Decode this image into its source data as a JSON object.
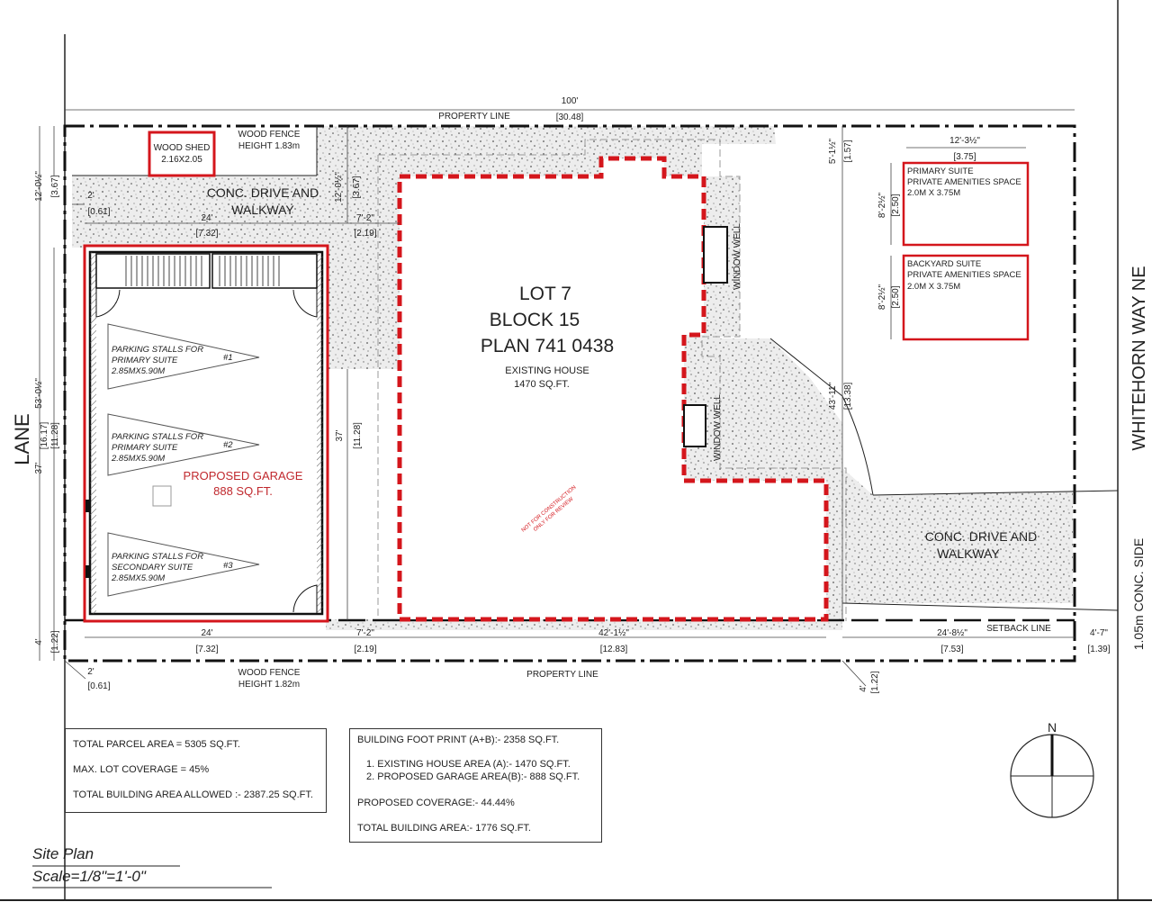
{
  "lot": {
    "lot": "LOT 7",
    "block": "BLOCK 15",
    "plan": "PLAN 741 0438",
    "house": "EXISTING HOUSE",
    "house_area": "1470 SQ.FT."
  },
  "labels": {
    "lane": "LANE",
    "street": "WHITEHORN WAY NE",
    "side": "1.05m CONC. SIDE",
    "property_line_top": "PROPERTY LINE",
    "property_line_bottom": "PROPERTY LINE",
    "setback": "SETBACK LINE",
    "fence_top_1": "WOOD FENCE",
    "fence_top_2": "HEIGHT 1.83m",
    "fence_bot_1": "WOOD FENCE",
    "fence_bot_2": "HEIGHT 1.82m",
    "shed_1": "WOOD SHED",
    "shed_2": "2.16X2.05",
    "drive_1a": "CONC. DRIVE AND",
    "drive_1b": "WALKWAY",
    "drive_2a": "CONC. DRIVE AND",
    "drive_2b": "WALKWAY",
    "window_well_1": "WINDOW WELL",
    "window_well_2": "WINDOW WELL",
    "stamp_1": "NOT FOR CONSTRUCTION",
    "stamp_2": "ONLY FOR REVIEW",
    "north": "N"
  },
  "garage": {
    "title": "PROPOSED GARAGE",
    "area": "888 SQ.FT."
  },
  "stalls": [
    {
      "l1": "PARKING STALLS FOR",
      "l2": "PRIMARY SUITE",
      "l3": "2.85MX5.90M",
      "num": "#1"
    },
    {
      "l1": "PARKING STALLS FOR",
      "l2": "PRIMARY SUITE",
      "l3": "2.85MX5.90M",
      "num": "#2"
    },
    {
      "l1": "PARKING STALLS FOR",
      "l2": "SECONDARY SUITE",
      "l3": "2.85MX5.90M",
      "num": "#3"
    }
  ],
  "amenities": [
    {
      "l1": "PRIMARY SUITE",
      "l2": "PRIVATE AMENITIES SPACE",
      "l3": "2.0M X 3.75M"
    },
    {
      "l1": "BACKYARD SUITE",
      "l2": "PRIVATE AMENITIES SPACE",
      "l3": "2.0M X 3.75M"
    }
  ],
  "dims": {
    "d100": "100'",
    "d3048": "[30.48]",
    "d12_32": "12'-3½\"",
    "d3_75": "[3.75]",
    "d5_12": "5'-1½\"",
    "d1_57": "[1.57]",
    "d8_22a": "8'-2½\"",
    "d2_50a": "[2.50]",
    "d8_22b": "8'-2½\"",
    "d2_50b": "[2.50]",
    "d12_02l": "12'-0½\"",
    "d3_67l": "[3.67]",
    "d12_02m": "12'-0½\"",
    "d3_67m": "[3.67]",
    "d2a": "2'",
    "d061a": "[0.61]",
    "d24a": "24'",
    "d732a": "[7.32]",
    "d7_2a": "7'-2\"",
    "d219a": "[2.19]",
    "d53_02": "53'-0½\"",
    "d16_17": "[16.17]",
    "d37l": "37'",
    "d11_28l": "[11.28]",
    "d37m": "37'",
    "d11_28m": "[11.28]",
    "d43_11": "43'-11\"",
    "d13_38": "[13.38]",
    "d4l": "4'",
    "d1_22l": "[1.22]",
    "d24b": "24'",
    "d732b": "[7.32]",
    "d7_2b": "7'-2\"",
    "d219b": "[2.19]",
    "d42_12": "42'-1½\"",
    "d12_83": "[12.83]",
    "d24_82": "24'-8½\"",
    "d7_53": "[7.53]",
    "d4_7": "4'-7\"",
    "d1_39": "[1.39]",
    "d2b": "2'",
    "d061b": "[0.61]",
    "d4r": "4'",
    "d1_22r": "[1.22]"
  },
  "summary_left": [
    "TOTAL PARCEL AREA = 5305 SQ.FT.",
    "MAX. LOT COVERAGE = 45%",
    "TOTAL BUILDING AREA ALLOWED :- 2387.25 SQ.FT."
  ],
  "summary_right": [
    "BUILDING FOOT PRINT (A+B):- 2358 SQ.FT.",
    "1.    EXISTING HOUSE AREA (A):- 1470 SQ.FT.",
    "2.    PROPOSED GARAGE AREA(B):- 888 SQ.FT.",
    "PROPOSED COVERAGE:- 44.44%",
    "TOTAL BUILDING AREA:- 1776 SQ.FT."
  ],
  "title_block": {
    "title": "Site Plan",
    "scale": "Scale=1/8\"=1'-0\""
  }
}
